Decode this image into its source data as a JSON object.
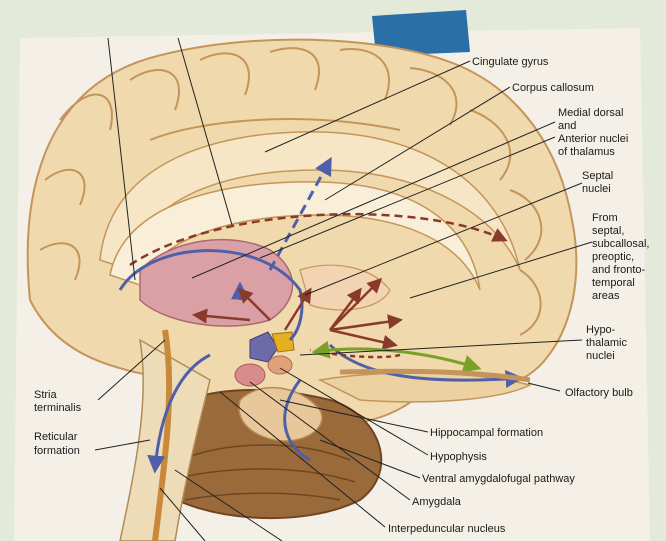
{
  "labels": {
    "cingulate_gyrus": "Cingulate gyrus",
    "corpus_callosum": "Corpus callosum",
    "medial_dorsal": [
      "Medial dorsal",
      "and",
      "Anterior nuclei",
      "of thalamus"
    ],
    "septal_nuclei": [
      "Septal",
      "nuclei"
    ],
    "from_septal": [
      "From",
      "septal,",
      "subcallosal,",
      "preoptic,",
      "and fronto-",
      "temporal",
      "areas"
    ],
    "hypothalamic": [
      "Hypo-",
      "thalamic",
      "nuclei"
    ],
    "olfactory_bulb": "Olfactory bulb",
    "stria_terminalis": [
      "Stria",
      "terminalis"
    ],
    "reticular_formation": [
      "Reticular",
      "formation"
    ],
    "hippocampal_formation": "Hippocampal formation",
    "hypophysis": "Hypophysis",
    "ventral_amygdalofugal": "Ventral amygdalofugal pathway",
    "amygdala": "Amygdala",
    "interpeduncular_nucleus": "Interpeduncular nucleus"
  },
  "colors": {
    "background": "#e4ead9",
    "page": "#f4f0e8",
    "brain": "#f0d9ad",
    "brain_outline": "#c4955a",
    "cerebellum": "#9a6a3a",
    "thalamus": "#dba0a6",
    "tape": "#2a6fa8",
    "arrow_blue": "#4f5fa8",
    "arrow_red": "#8a3a2a",
    "arrow_green": "#7aa02a",
    "leader": "#222222"
  }
}
